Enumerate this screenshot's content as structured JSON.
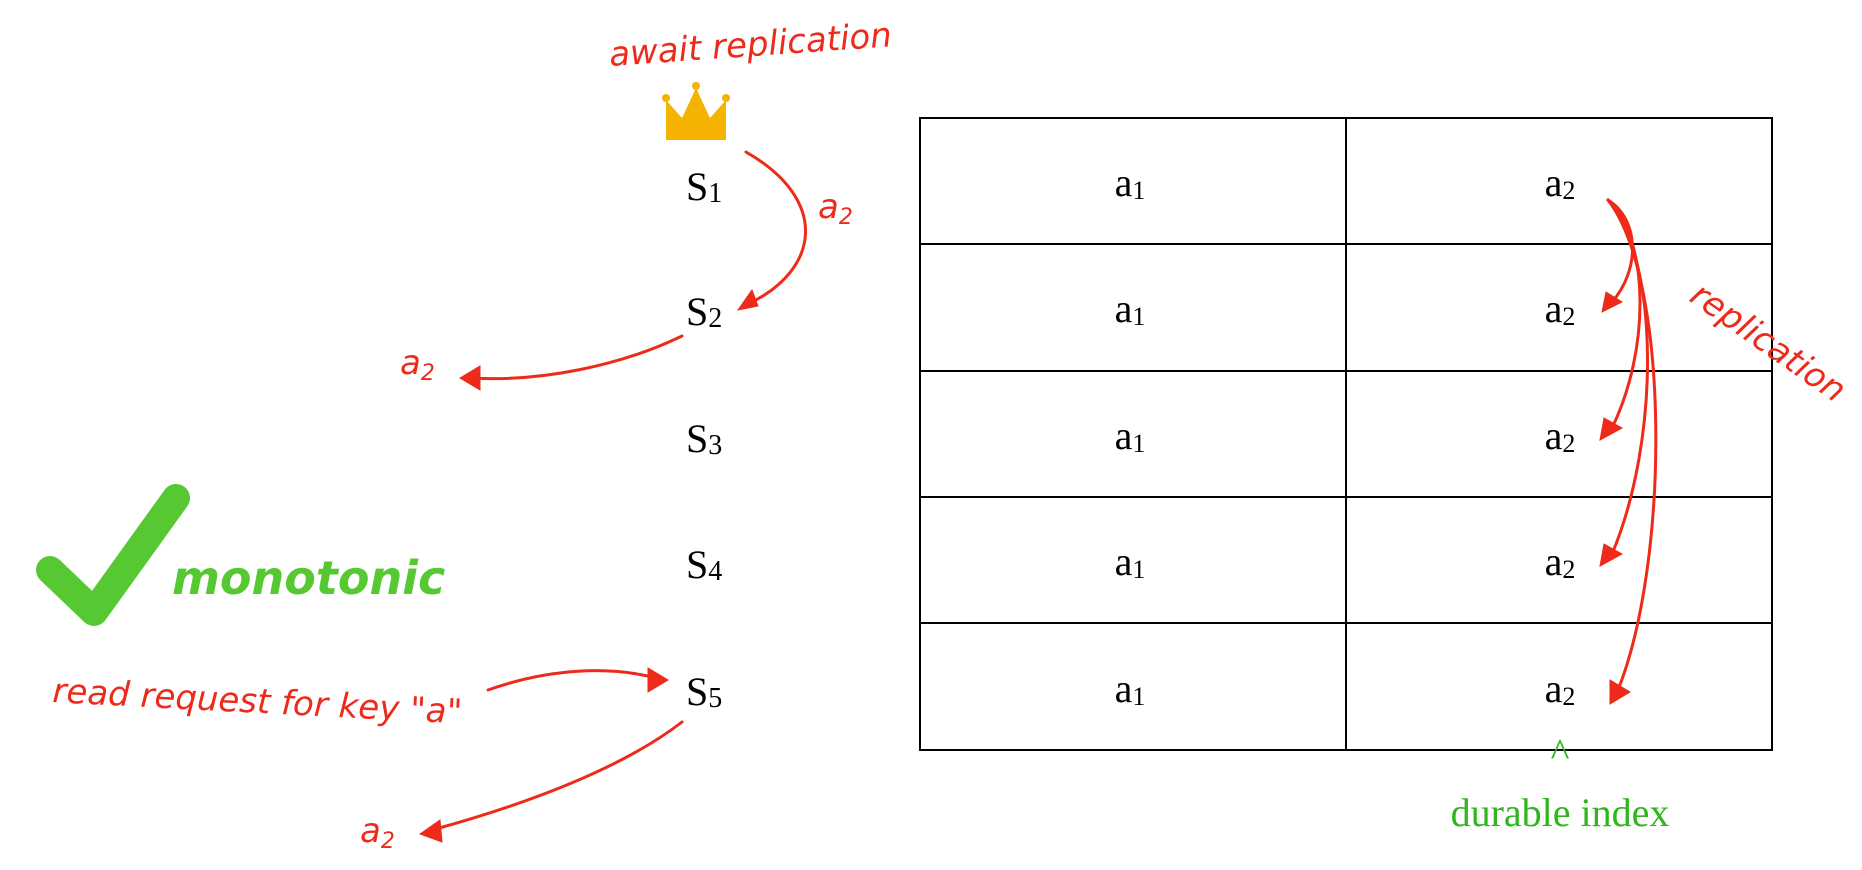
{
  "colors": {
    "annotation_red": "#ee2a1a",
    "check_green": "#55c832",
    "durable_green": "#2fb51e",
    "crown_gold": "#f5b301"
  },
  "leader": {
    "icon": "crown-icon",
    "annotation": "await replication"
  },
  "servers": [
    {
      "base": "S",
      "sub": "1"
    },
    {
      "base": "S",
      "sub": "2"
    },
    {
      "base": "S",
      "sub": "3"
    },
    {
      "base": "S",
      "sub": "4"
    },
    {
      "base": "S",
      "sub": "5"
    }
  ],
  "log": {
    "rows": [
      [
        {
          "base": "a",
          "sub": "1"
        },
        {
          "base": "a",
          "sub": "2"
        }
      ],
      [
        {
          "base": "a",
          "sub": "1"
        },
        {
          "base": "a",
          "sub": "2"
        }
      ],
      [
        {
          "base": "a",
          "sub": "1"
        },
        {
          "base": "a",
          "sub": "2"
        }
      ],
      [
        {
          "base": "a",
          "sub": "1"
        },
        {
          "base": "a",
          "sub": "2"
        }
      ],
      [
        {
          "base": "a",
          "sub": "1"
        },
        {
          "base": "a",
          "sub": "2"
        }
      ]
    ],
    "durable_marker": "^",
    "durable_label": "durable index"
  },
  "annotations": {
    "replicate_value": {
      "base": "a",
      "sub": "2"
    },
    "s2_read_result": {
      "base": "a",
      "sub": "2"
    },
    "s5_read_result": {
      "base": "a",
      "sub": "2"
    },
    "replication": "replication",
    "read_request": "read request for key \"a\""
  },
  "verdict": {
    "icon": "checkmark-icon",
    "label": "monotonic"
  }
}
